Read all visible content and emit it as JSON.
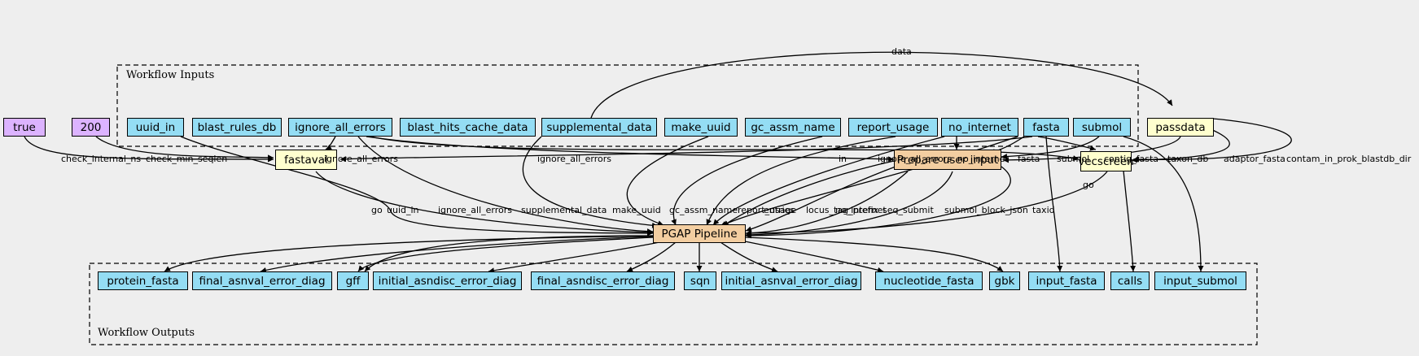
{
  "clusters": {
    "inputs_label": "Workflow Inputs",
    "outputs_label": "Workflow Outputs"
  },
  "nodes": {
    "true": "true",
    "n200": "200",
    "uuid_in": "uuid_in",
    "blast_rules_db": "blast_rules_db",
    "ignore_all_errors": "ignore_all_errors",
    "blast_hits_cache_data": "blast_hits_cache_data",
    "supplemental_data": "supplemental_data",
    "make_uuid": "make_uuid",
    "gc_assm_name": "gc_assm_name",
    "report_usage": "report_usage",
    "no_internet": "no_internet",
    "fasta": "fasta",
    "submol": "submol",
    "passdata": "passdata",
    "fastaval": "fastaval",
    "prepare": "Prepare user input",
    "vecscreen": "vecscreen",
    "pgap": "PGAP Pipeline",
    "protein_fasta": "protein_fasta",
    "final_asnval_error_diag": "final_asnval_error_diag",
    "gff": "gff",
    "initial_asndisc_error_diag": "initial_asndisc_error_diag",
    "final_asndisc_error_diag": "final_asndisc_error_diag",
    "sqn": "sqn",
    "initial_asnval_error_diag": "initial_asnval_error_diag",
    "nucleotide_fasta": "nucleotide_fasta",
    "gbk": "gbk",
    "input_fasta": "input_fasta",
    "calls": "calls",
    "input_submol": "input_submol"
  },
  "edge_labels": {
    "data": "data",
    "check_internal_ns": "check_internal_ns",
    "check_min_seqlen": "check_min_seqlen",
    "ignore_all_errors_fastaval": "ignore_all_errors",
    "ignore_all_errors_prepare": "ignore_all_errors",
    "in": "in",
    "ignore_all_errors_vecscreen": "ignore_all_errors",
    "no_internet": "no_internet",
    "fasta": "fasta",
    "submol": "submol",
    "contig_fasta": "contig_fasta",
    "taxon_db": "taxon_db",
    "adaptor_fasta": "adaptor_fasta",
    "contam_in_prok_blastdb_dir": "contam_in_prok_blastdb_dir",
    "uuid_in": "uuid_in",
    "ignore_all_errors_pgap": "ignore_all_errors",
    "supplemental_data": "supplemental_data",
    "make_uuid": "make_uuid",
    "gc_assm_name": "gc_assm_name",
    "report_usage": "report_usage",
    "no_internet_pgap": "no_internet",
    "go_fastaval": "go",
    "entries": "entries",
    "locus_tag_prefix": "locus_tag_prefix",
    "seq_submit": "seq_submit",
    "submol_block_json": "submol_block_json",
    "taxid": "taxid",
    "go_vecscreen": "go"
  }
}
